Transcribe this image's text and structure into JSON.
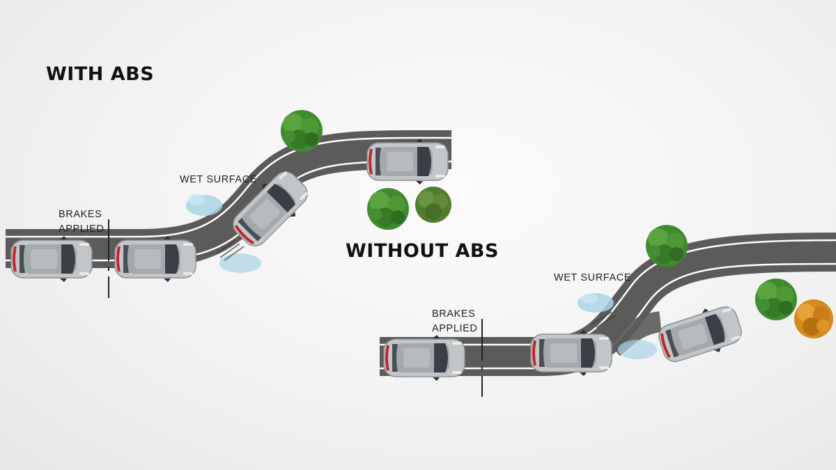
{
  "colors": {
    "road": "#5d5b59",
    "road_line": "#ffffff",
    "car_body": "#c3c6c9",
    "car_roof": "#a4a9ad",
    "window": "#3b3f45",
    "tail_light": "#c0262c",
    "water": "#a9d3e4",
    "tree_green": "#3f8a2f",
    "tree_orange": "#d48a1c",
    "text": "#111111"
  },
  "with_abs": {
    "heading": "WITH ABS",
    "wet_surface_label": "WET SURFACE",
    "brakes_applied_line1": "BRAKES",
    "brakes_applied_line2": "APPLIED"
  },
  "without_abs": {
    "heading": "WITHOUT ABS",
    "wet_surface_label": "WET SURFACE",
    "brakes_applied_line1": "BRAKES",
    "brakes_applied_line2": "APPLIED"
  },
  "icons": [
    "car-icon",
    "tree-icon",
    "water-puddle-icon",
    "skid-marks-icon"
  ]
}
